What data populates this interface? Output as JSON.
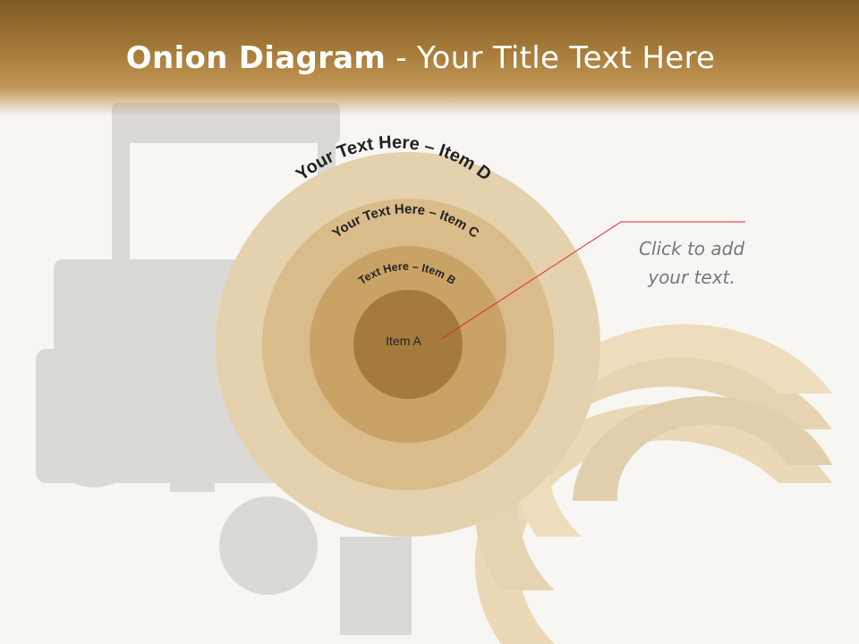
{
  "slide": {
    "title_bold": "Onion Diagram",
    "title_rest": " - Your Title Text Here",
    "callout_text": "Click  to add your text."
  },
  "diagram": {
    "layers": [
      {
        "label": "Your Text Here – Item D",
        "color": "#e4d1ad"
      },
      {
        "label": "Your Text Here – Item C",
        "color": "#d9bc8a"
      },
      {
        "label": "Text Here – Item B",
        "color": "#c9a366"
      },
      {
        "label": "Item A",
        "color": "#a57b3c"
      }
    ]
  },
  "colors": {
    "header_dark": "#7e5a22",
    "header_light": "#c29656",
    "callout_line": "#e0262b"
  }
}
